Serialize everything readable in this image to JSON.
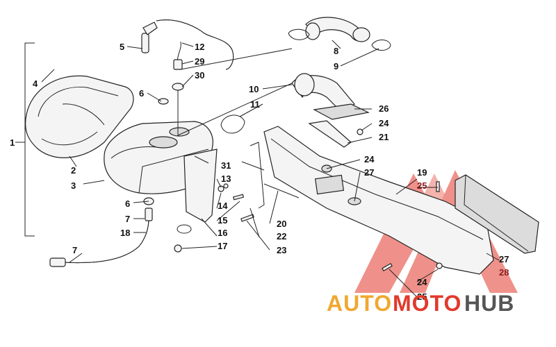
{
  "callouts": {
    "c1": "1",
    "c2": "2",
    "c3": "3",
    "c4": "4",
    "c5": "5",
    "c6a": "6",
    "c6b": "6",
    "c7a": "7",
    "c7b": "7",
    "c8": "8",
    "c9": "9",
    "c10": "10",
    "c11": "11",
    "c12": "12",
    "c13": "13",
    "c14": "14",
    "c15": "15",
    "c16": "16",
    "c17": "17",
    "c18": "18",
    "c19": "19",
    "c20": "20",
    "c21": "21",
    "c22": "22",
    "c23": "23",
    "c24a": "24",
    "c24b": "24",
    "c24c": "24",
    "c25a": "25",
    "c25b": "25",
    "c26": "26",
    "c27a": "27",
    "c27b": "27",
    "c28": "28",
    "c29": "29",
    "c30": "30",
    "c31": "31"
  },
  "watermark": {
    "text_auto": "AUTO",
    "text_moto": "MOTO",
    "text_hub": "HUB",
    "color_primary": "#e2392b",
    "color_secondary": "#f0a830",
    "color_dark": "#555555"
  }
}
